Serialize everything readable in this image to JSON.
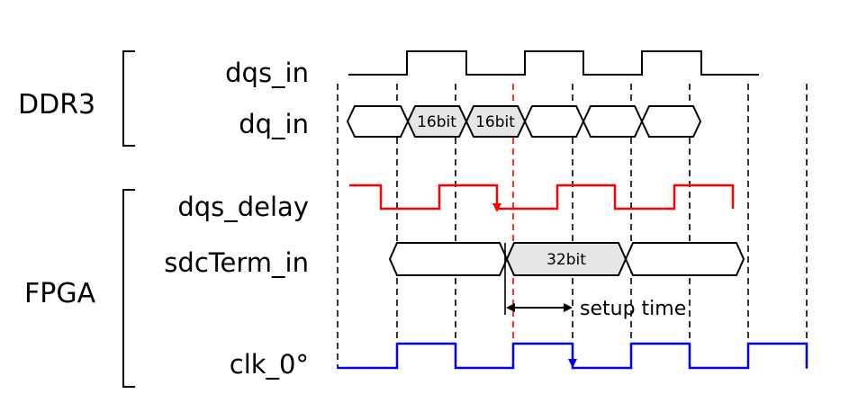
{
  "groups": {
    "ddr3": "DDR3",
    "fpga": "FPGA"
  },
  "signals": {
    "dqs_in": "dqs_in",
    "dq_in": "dq_in",
    "dqs_delay": "dqs_delay",
    "sdcterm_in": "sdcTerm_in",
    "clk_0": "clk_0°"
  },
  "cells": {
    "dq_first": "16bit",
    "dq_second": "16bit",
    "sdc_data": "32bit"
  },
  "annotation": {
    "setup_time": "setup time"
  },
  "colors": {
    "dqs_delay": "#ff0000",
    "clk_0": "#0000ff",
    "highlight_fill": "#e6e6e6",
    "reference_line": "#ff0000"
  }
}
